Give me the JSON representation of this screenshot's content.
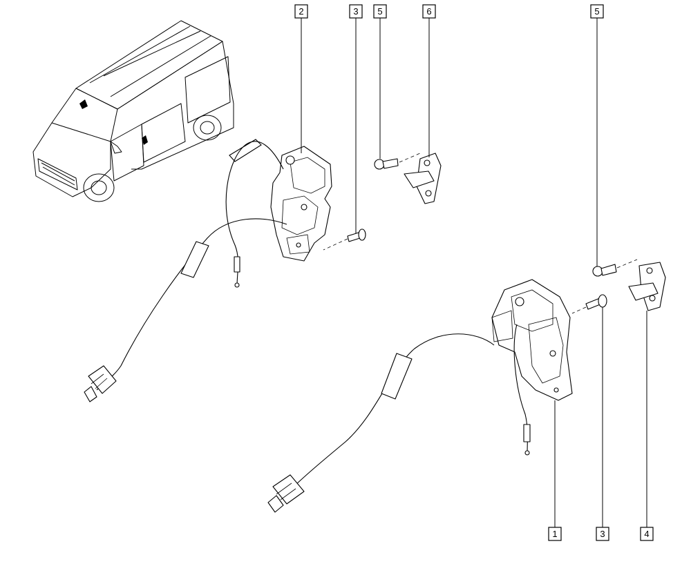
{
  "callouts": {
    "top": [
      "2",
      "3",
      "5",
      "6",
      "5"
    ],
    "bottom": [
      "1",
      "3",
      "4"
    ]
  },
  "colors": {
    "line": "#000000",
    "background": "#ffffff"
  }
}
